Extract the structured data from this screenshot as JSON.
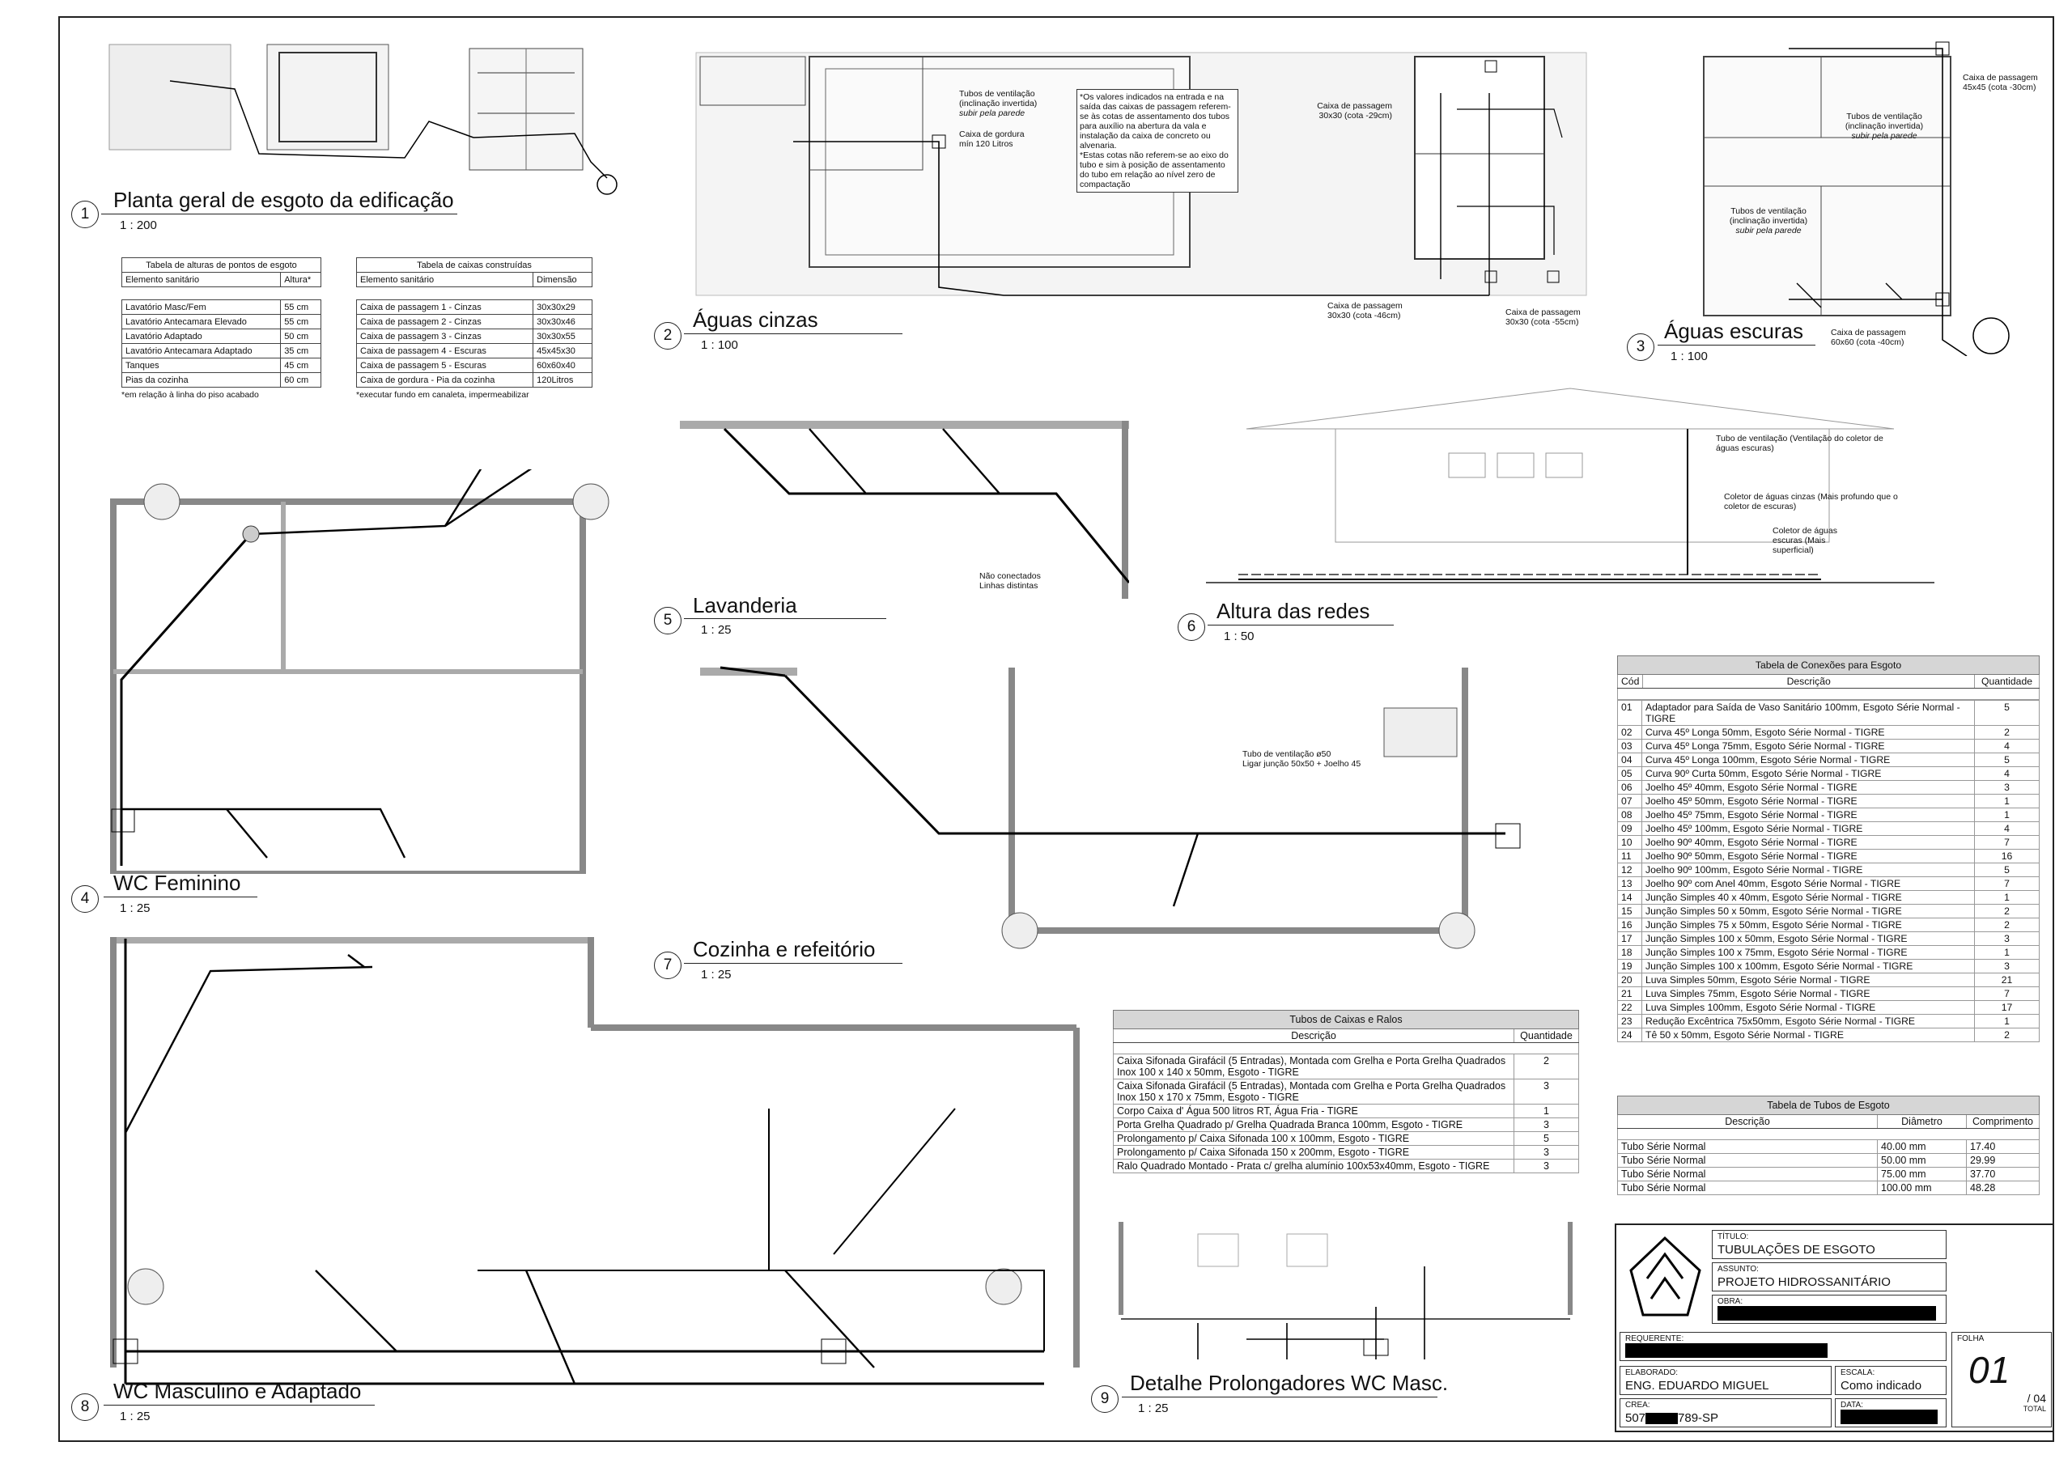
{
  "views": [
    {
      "num": "1",
      "title": "Planta geral de esgoto da edificação",
      "scale": "1 : 200"
    },
    {
      "num": "2",
      "title": "Águas cinzas",
      "scale": "1 : 100"
    },
    {
      "num": "3",
      "title": "Águas escuras",
      "scale": "1 : 100"
    },
    {
      "num": "4",
      "title": "WC Feminino",
      "scale": "1 : 25"
    },
    {
      "num": "5",
      "title": "Lavanderia",
      "scale": "1 : 25"
    },
    {
      "num": "6",
      "title": "Altura das redes",
      "scale": "1 : 50"
    },
    {
      "num": "7",
      "title": "Cozinha e refeitório",
      "scale": "1 : 25"
    },
    {
      "num": "8",
      "title": "WC Masculino e Adaptado",
      "scale": "1 : 25"
    },
    {
      "num": "9",
      "title": "Detalhe Prolongadores WC Masc.",
      "scale": "1 : 25"
    }
  ],
  "heights_table": {
    "title": "Tabela de alturas de pontos de esgoto",
    "col1": "Elemento sanitário",
    "col2": "Altura*",
    "rows": [
      [
        "Lavatório Masc/Fem",
        "55 cm"
      ],
      [
        "Lavatório Antecamara Elevado",
        "55 cm"
      ],
      [
        "Lavatório Adaptado",
        "50 cm"
      ],
      [
        "Lavatório Antecamara Adaptado",
        "35 cm"
      ],
      [
        "Tanques",
        "45 cm"
      ],
      [
        "Pias da cozinha",
        "60 cm"
      ]
    ],
    "footnote": "*em relação à linha do piso acabado"
  },
  "boxes_table": {
    "title": "Tabela de caixas construídas",
    "col1": "Elemento sanitário",
    "col2": "Dimensão",
    "rows": [
      [
        "Caixa de passagem 1 - Cinzas",
        "30x30x29"
      ],
      [
        "Caixa de passagem 2 - Cinzas",
        "30x30x46"
      ],
      [
        "Caixa de passagem 3 - Cinzas",
        "30x30x55"
      ],
      [
        "Caixa de passagem 4 - Escuras",
        "45x45x30"
      ],
      [
        "Caixa de passagem 5 - Escuras",
        "60x60x40"
      ],
      [
        "Caixa de gordura - Pia da cozinha",
        "120Litros"
      ]
    ],
    "footnote": "*executar fundo em canaleta, impermeabilizar"
  },
  "connections_table": {
    "title": "Tabela de Conexões para Esgoto",
    "col_cod": "Cód",
    "col_desc": "Descrição",
    "col_qty": "Quantidade",
    "rows": [
      [
        "01",
        "Adaptador para Saída de Vaso Sanitário 100mm, Esgoto Série Normal - TIGRE",
        "5"
      ],
      [
        "02",
        "Curva 45º Longa 50mm, Esgoto Série Normal - TIGRE",
        "2"
      ],
      [
        "03",
        "Curva 45º Longa 75mm, Esgoto Série Normal - TIGRE",
        "4"
      ],
      [
        "04",
        "Curva 45º Longa 100mm, Esgoto Série Normal - TIGRE",
        "5"
      ],
      [
        "05",
        "Curva 90º Curta 50mm, Esgoto Série Normal - TIGRE",
        "4"
      ],
      [
        "06",
        "Joelho 45º 40mm, Esgoto Série Normal - TIGRE",
        "3"
      ],
      [
        "07",
        "Joelho 45º 50mm, Esgoto Série Normal - TIGRE",
        "1"
      ],
      [
        "08",
        "Joelho 45º 75mm, Esgoto Série Normal - TIGRE",
        "1"
      ],
      [
        "09",
        "Joelho 45º 100mm, Esgoto Série Normal - TIGRE",
        "4"
      ],
      [
        "10",
        "Joelho 90º 40mm, Esgoto Série Normal - TIGRE",
        "7"
      ],
      [
        "11",
        "Joelho 90º 50mm, Esgoto Série Normal - TIGRE",
        "16"
      ],
      [
        "12",
        "Joelho 90º 100mm, Esgoto Série Normal - TIGRE",
        "5"
      ],
      [
        "13",
        "Joelho 90º com Anel 40mm, Esgoto Série Normal - TIGRE",
        "7"
      ],
      [
        "14",
        "Junção Simples 40 x 40mm, Esgoto Série Normal - TIGRE",
        "1"
      ],
      [
        "15",
        "Junção Simples 50 x 50mm, Esgoto Série Normal - TIGRE",
        "2"
      ],
      [
        "16",
        "Junção Simples 75 x 50mm, Esgoto Série Normal - TIGRE",
        "2"
      ],
      [
        "17",
        "Junção Simples 100 x 50mm, Esgoto Série Normal - TIGRE",
        "3"
      ],
      [
        "18",
        "Junção Simples 100 x 75mm, Esgoto Série Normal - TIGRE",
        "1"
      ],
      [
        "19",
        "Junção Simples 100 x 100mm, Esgoto Série Normal - TIGRE",
        "3"
      ],
      [
        "20",
        "Luva Simples 50mm, Esgoto Série Normal - TIGRE",
        "21"
      ],
      [
        "21",
        "Luva Simples 75mm, Esgoto Série Normal - TIGRE",
        "7"
      ],
      [
        "22",
        "Luva Simples 100mm, Esgoto Série Normal - TIGRE",
        "17"
      ],
      [
        "23",
        "Redução Excêntrica 75x50mm, Esgoto Série Normal - TIGRE",
        "1"
      ],
      [
        "24",
        "Tê 50 x 50mm, Esgoto Série Normal - TIGRE",
        "2"
      ]
    ]
  },
  "pipes_table": {
    "title": "Tabela de Tubos de Esgoto",
    "col_desc": "Descrição",
    "col_diam": "Diâmetro",
    "col_len": "Comprimento",
    "rows": [
      [
        "Tubo Série Normal",
        "40.00 mm",
        "17.40"
      ],
      [
        "Tubo Série Normal",
        "50.00 mm",
        "29.99"
      ],
      [
        "Tubo Série Normal",
        "75.00 mm",
        "37.70"
      ],
      [
        "Tubo Série Normal",
        "100.00 mm",
        "48.28"
      ]
    ]
  },
  "drains_table": {
    "title": "Tubos de Caixas e Ralos",
    "col_desc": "Descrição",
    "col_qty": "Quantidade",
    "rows": [
      [
        "Caixa Sifonada Girafácil (5 Entradas), Montada com Grelha e Porta Grelha Quadrados Inox 100 x 140 x 50mm, Esgoto - TIGRE",
        "2"
      ],
      [
        "Caixa Sifonada Girafácil (5 Entradas), Montada com Grelha e Porta Grelha Quadrados Inox 150 x 170 x 75mm, Esgoto - TIGRE",
        "3"
      ],
      [
        "Corpo Caixa d' Água 500 litros RT, Água Fria - TIGRE",
        "1"
      ],
      [
        "Porta Grelha Quadrado p/ Grelha Quadrada Branca 100mm, Esgoto - TIGRE",
        "3"
      ],
      [
        "Prolongamento p/ Caixa Sifonada 100 x 100mm, Esgoto - TIGRE",
        "5"
      ],
      [
        "Prolongamento p/ Caixa Sifonada 150 x 200mm, Esgoto - TIGRE",
        "3"
      ],
      [
        "Ralo Quadrado Montado - Prata c/ grelha alumínio 100x53x40mm, Esgoto - TIGRE",
        "3"
      ]
    ]
  },
  "notes": {
    "grey_note": "*Os valores indicados na entrada e na saída das caixas de passagem referem-se às cotas de assentamento dos tubos para auxílio na abertura da vala e instalação da caixa de concreto ou alvenaria.\n*Estas cotas não referem-se ao eixo do tubo e sim à posição de assentamento do tubo em relação ao nível zero de compactação",
    "vent_inverted": "Tubos de ventilação (inclinação invertida)",
    "vent_wall": "subir pela parede",
    "grease_box": "Caixa de gordura mín 120 Litros",
    "box_29": "Caixa de passagem 30x30 (cota -29cm)",
    "box_46": "Caixa de passagem 30x30 (cota -46cm)",
    "box_55": "Caixa de passagem 30x30 (cota -55cm)",
    "box_30": "Caixa de passagem 45x45 (cota -30cm)",
    "box_40": "Caixa de passagem 60x60 (cota -40cm)",
    "not_connected": "Não conectados Linhas distintas",
    "vent_tube_50": "Tubo de ventilação ø50",
    "vent_tube_50_b": "Ligar junção 50x50 + Joelho 45",
    "net_vent": "Tubo de ventilação (Ventilação do coletor de águas escuras)",
    "net_grey": "Coletor de águas cinzas (Mais profundo que o coletor de escuras)",
    "net_black": "Coletor de águas escuras (Mais superficial)"
  },
  "title_block": {
    "titulo_label": "TÍTULO:",
    "titulo": "TUBULAÇÕES DE ESGOTO",
    "assunto_label": "ASSUNTO:",
    "assunto": "PROJETO HIDROSSANITÁRIO",
    "obra_label": "OBRA:",
    "requerente_label": "REQUERENTE:",
    "elaborado_label": "ELABORADO:",
    "elaborado": "ENG. EDUARDO MIGUEL",
    "escala_label": "ESCALA:",
    "escala": "Como indicado",
    "crea_label": "CREA:",
    "crea_pre": "507",
    "crea_post": "789-SP",
    "data_label": "DATA:",
    "folha_label": "FOLHA",
    "folha": "01",
    "total": "/ 04",
    "total_label": "TOTAL"
  }
}
